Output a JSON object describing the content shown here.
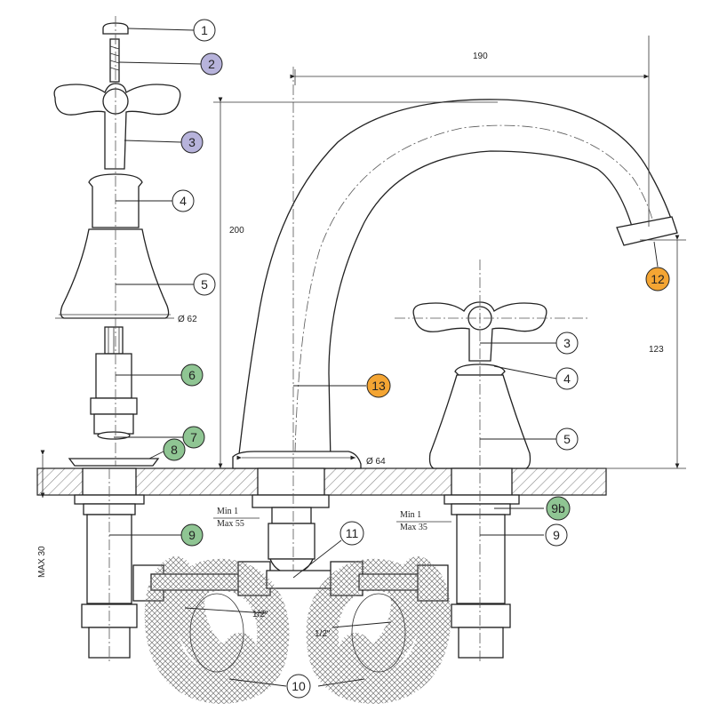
{
  "colors": {
    "callout_white": "#ffffff",
    "callout_purple": "#b7b3db",
    "callout_green": "#8fc593",
    "callout_orange": "#f4a533",
    "hatch": "#9a9a9a",
    "line": "#222222"
  },
  "callouts": {
    "c1": "1",
    "c2": "2",
    "c3a": "3",
    "c4a": "4",
    "c5a": "5",
    "c6": "6",
    "c7": "7",
    "c8": "8",
    "c9a": "9",
    "c9b": "9b",
    "c9c": "9",
    "c10": "10",
    "c11": "11",
    "c12": "12",
    "c13": "13",
    "c3b": "3",
    "c4b": "4",
    "c5b": "5"
  },
  "dimensions": {
    "reach": "190",
    "height": "200",
    "outlet_height": "123",
    "base_diameter_handle": "Ø 62",
    "base_diameter_spout": "Ø 64",
    "max_thickness": "MAX 30",
    "thread_left": "1/2\"",
    "thread_right": "1/2\""
  },
  "notes": {
    "spout_min": "Min 1",
    "spout_max": "Max 55",
    "tap_min": "Min 1",
    "tap_max": "Max 35"
  }
}
